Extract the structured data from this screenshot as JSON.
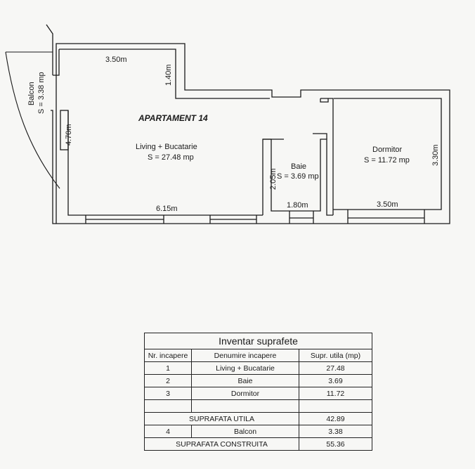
{
  "plan": {
    "title": "APARTAMENT 14",
    "rooms": {
      "living": {
        "name": "Living + Bucatarie",
        "area": "S = 27.48 mp"
      },
      "baie": {
        "name": "Baie",
        "area": "S = 3.69 mp"
      },
      "dormitor": {
        "name": "Dormitor",
        "area": "S = 11.72 mp"
      },
      "balcon": {
        "name": "Balcon",
        "area": "S = 3.38 mp"
      }
    },
    "dimensions": {
      "top_width": "3.50m",
      "notch_height": "1.40m",
      "living_height": "4.70m",
      "living_width": "6.15m",
      "baie_height": "2.05m",
      "baie_width": "1.80m",
      "dormitor_width": "3.50m",
      "dormitor_height": "3.30m"
    }
  },
  "inventory": {
    "title": "Inventar suprafete",
    "headers": {
      "nr": "Nr. incapere",
      "name": "Denumire incapere",
      "area": "Supr. utila (mp)"
    },
    "rows": [
      {
        "nr": "1",
        "name": "Living + Bucatarie",
        "area": "27.48"
      },
      {
        "nr": "2",
        "name": "Baie",
        "area": "3.69"
      },
      {
        "nr": "3",
        "name": "Dormitor",
        "area": "11.72"
      }
    ],
    "util": {
      "label": "SUPRAFATA UTILA",
      "value": "42.89"
    },
    "balcon_row": {
      "nr": "4",
      "name": "Balcon",
      "area": "3.38"
    },
    "construita": {
      "label": "SUPRAFATA CONSTRUITA",
      "value": "55.36"
    }
  }
}
